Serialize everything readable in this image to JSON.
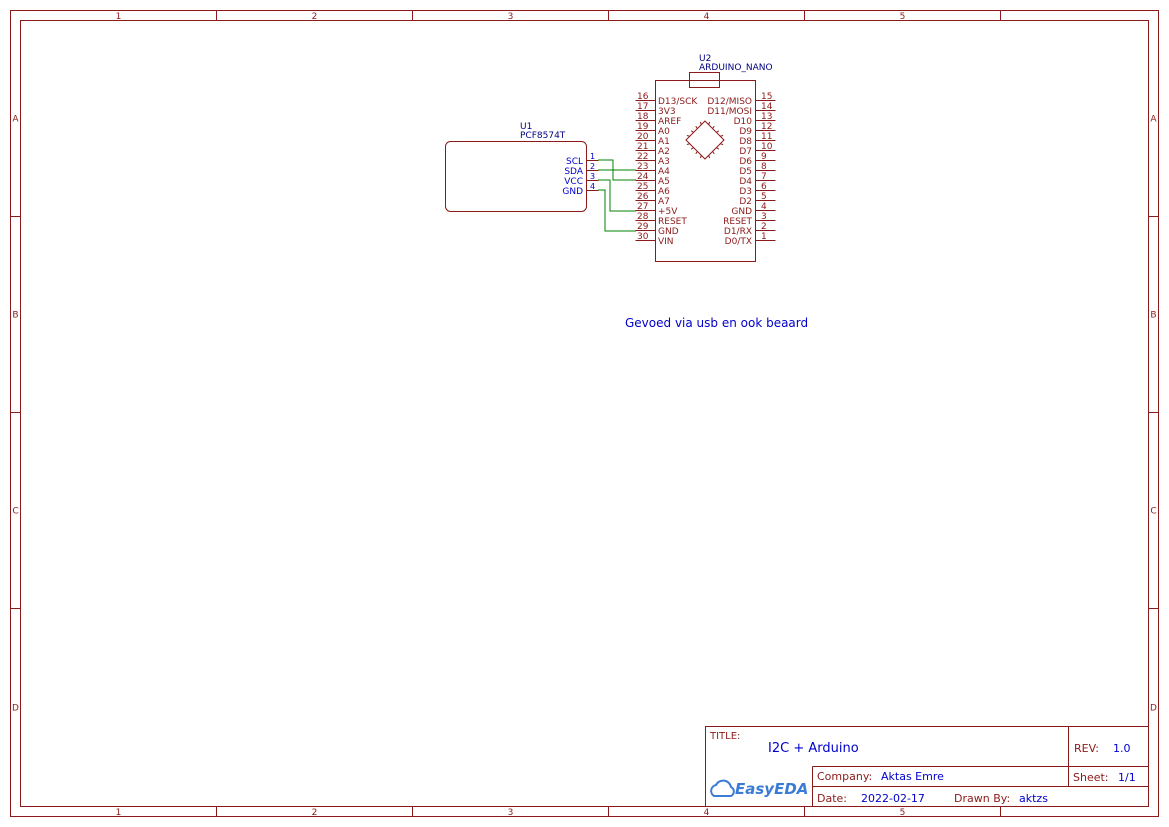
{
  "frame": {
    "columns": [
      "1",
      "2",
      "3",
      "4",
      "5"
    ],
    "rows": [
      "A",
      "B",
      "C",
      "D"
    ]
  },
  "u1": {
    "ref": "U1",
    "value": "PCF8574T",
    "pins": [
      {
        "name": "SCL",
        "num": "1"
      },
      {
        "name": "SDA",
        "num": "2"
      },
      {
        "name": "VCC",
        "num": "3"
      },
      {
        "name": "GND",
        "num": "4"
      }
    ]
  },
  "u2": {
    "ref": "U2",
    "value": "ARDUINO_NANO",
    "left_pins": [
      {
        "num": "16",
        "name": "D13/SCK"
      },
      {
        "num": "17",
        "name": "3V3"
      },
      {
        "num": "18",
        "name": "AREF"
      },
      {
        "num": "19",
        "name": "A0"
      },
      {
        "num": "20",
        "name": "A1"
      },
      {
        "num": "21",
        "name": "A2"
      },
      {
        "num": "22",
        "name": "A3"
      },
      {
        "num": "23",
        "name": "A4"
      },
      {
        "num": "24",
        "name": "A5"
      },
      {
        "num": "25",
        "name": "A6"
      },
      {
        "num": "26",
        "name": "A7"
      },
      {
        "num": "27",
        "name": "+5V"
      },
      {
        "num": "28",
        "name": "RESET"
      },
      {
        "num": "29",
        "name": "GND"
      },
      {
        "num": "30",
        "name": "VIN"
      }
    ],
    "right_pins": [
      {
        "num": "15",
        "name": "D12/MISO"
      },
      {
        "num": "14",
        "name": "D11/MOSI"
      },
      {
        "num": "13",
        "name": "D10"
      },
      {
        "num": "12",
        "name": "D9"
      },
      {
        "num": "11",
        "name": "D8"
      },
      {
        "num": "10",
        "name": "D7"
      },
      {
        "num": "9",
        "name": "D6"
      },
      {
        "num": "8",
        "name": "D5"
      },
      {
        "num": "7",
        "name": "D4"
      },
      {
        "num": "6",
        "name": "D3"
      },
      {
        "num": "5",
        "name": "D2"
      },
      {
        "num": "4",
        "name": "GND"
      },
      {
        "num": "3",
        "name": "RESET"
      },
      {
        "num": "2",
        "name": "D1/RX"
      },
      {
        "num": "1",
        "name": "D0/TX"
      }
    ]
  },
  "note": "Gevoed via usb en ook beaard",
  "title_block": {
    "title_label": "TITLE:",
    "title": "I2C + Arduino",
    "rev_label": "REV:",
    "rev": "1.0",
    "company_label": "Company:",
    "company": "Aktas Emre",
    "sheet_label": "Sheet:",
    "sheet": "1/1",
    "date_label": "Date:",
    "date": "2022-02-17",
    "drawn_label": "Drawn By:",
    "drawn_by": "aktzs",
    "logo_text": "EasyEDA"
  },
  "colors": {
    "frame": "#8b1a1a",
    "wire": "#008000",
    "label": "#0000cc",
    "pin_name": "#8b1a1a"
  }
}
